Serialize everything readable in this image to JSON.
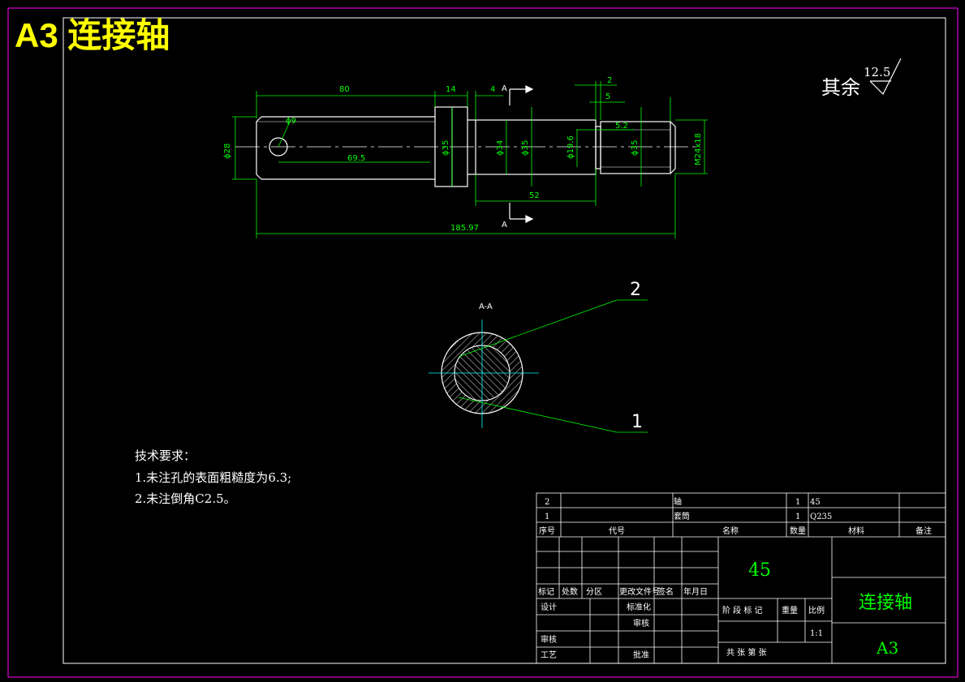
{
  "header": {
    "title": "A3  连接轴"
  },
  "roughness": {
    "label": "其余",
    "value": "12.5"
  },
  "dimensions": {
    "len80": "80",
    "len14": "14",
    "len4": "4",
    "len2": "2",
    "len5": "5",
    "len5_2": "5.2",
    "dia9": "ϕ9",
    "dia28": "ϕ28",
    "len69_5": "69.5",
    "dia35a": "ϕ35",
    "dia34": "ϕ34",
    "dia35b": "ϕ35",
    "dia19_6": "ϕ19.6",
    "dia35c": "ϕ35",
    "thread": "M24x18",
    "len52": "52",
    "total": "185.97"
  },
  "section": {
    "cut_label": "A",
    "title": "A-A",
    "balloon_1": "1",
    "balloon_2": "2"
  },
  "tech_notes": {
    "heading": "技术要求：",
    "items": [
      "1.未注孔的表面粗糙度为6.3;",
      "2.未注倒角C2.5。"
    ]
  },
  "bom": {
    "rows": [
      {
        "seq": "2",
        "code": "",
        "name": "轴",
        "qty": "1",
        "material": "45",
        "note": ""
      },
      {
        "seq": "1",
        "code": "",
        "name": "套筒",
        "qty": "1",
        "material": "Q235",
        "note": ""
      }
    ],
    "headers": {
      "seq": "序号",
      "code": "代号",
      "name": "名称",
      "qty": "数量",
      "material": "材料",
      "note": "备注"
    }
  },
  "title_block": {
    "material": "45",
    "part_name": "连接轴",
    "sheet_size": "A3",
    "scale": "1:1",
    "rev_headers": [
      "标记",
      "处数",
      "分区",
      "更改文件号",
      "签名",
      "年月日"
    ],
    "roles": {
      "design": "设计",
      "standardize": "标准化",
      "review": "审核",
      "craft": "工艺",
      "approve": "批准",
      "check": "审核",
      "stage": "阶 段 标 记",
      "weight": "重量",
      "ratio": "比例",
      "sheets": "共    张 第    张"
    }
  },
  "colors": {
    "bg": "#000000",
    "line": "#00ff00",
    "title": "#ffff00",
    "frame": "#ff00ff",
    "center": "#00ffff"
  }
}
